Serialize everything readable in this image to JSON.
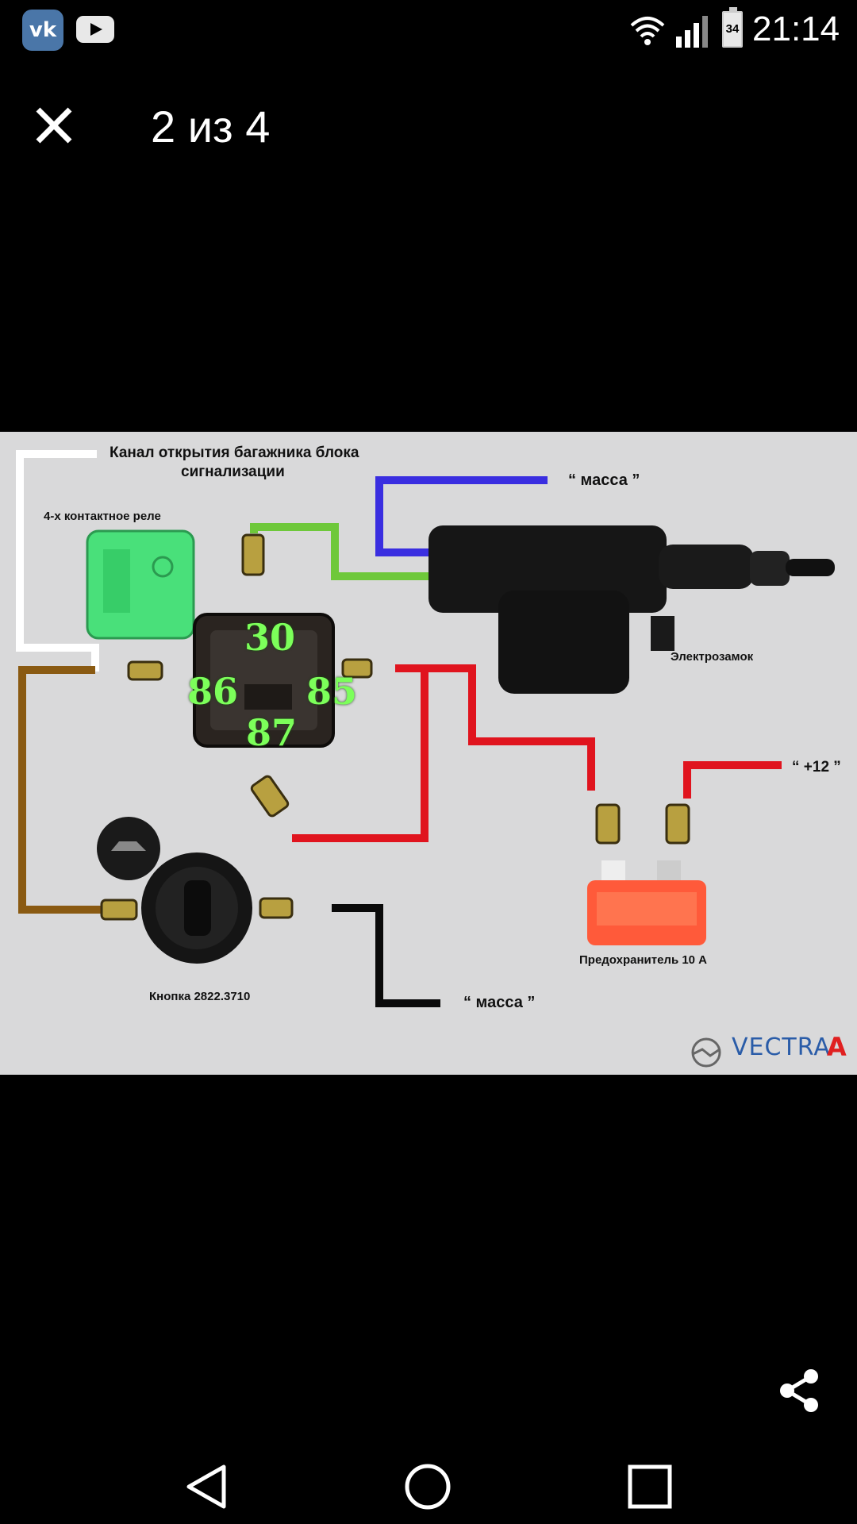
{
  "status_bar": {
    "app_icons": [
      "vk-icon",
      "youtube-icon"
    ],
    "battery_level": "34",
    "time": "21:14"
  },
  "viewer": {
    "counter": "2 из 4",
    "close_icon": "close-icon",
    "share_icon": "share-icon"
  },
  "diagram": {
    "title_line1": "Канал открытия багажника блока",
    "title_line2": "сигнализации",
    "relay_label": "4-х контактное реле",
    "ground_top": "“ масса ”",
    "actuator_label": "Электрозамок",
    "plus12_label": "“ +12 ”",
    "fuse_label": "Предохранитель 10 А",
    "button_label": "Кнопка 2822.3710",
    "ground_bottom": "“ масса ”",
    "pin_30": "30",
    "pin_86": "86",
    "pin_85": "85",
    "pin_87": "87",
    "brand": "VECTRA",
    "brand_suffix": "A",
    "wire_colors": {
      "white": "#ffffff",
      "blue": "#3a2ee0",
      "green": "#6ec83a",
      "brown": "#8a5a12",
      "red": "#e0141e",
      "black": "#0a0a0a"
    }
  },
  "nav_bar": {
    "icons": [
      "back-icon",
      "home-icon",
      "recents-icon"
    ]
  }
}
